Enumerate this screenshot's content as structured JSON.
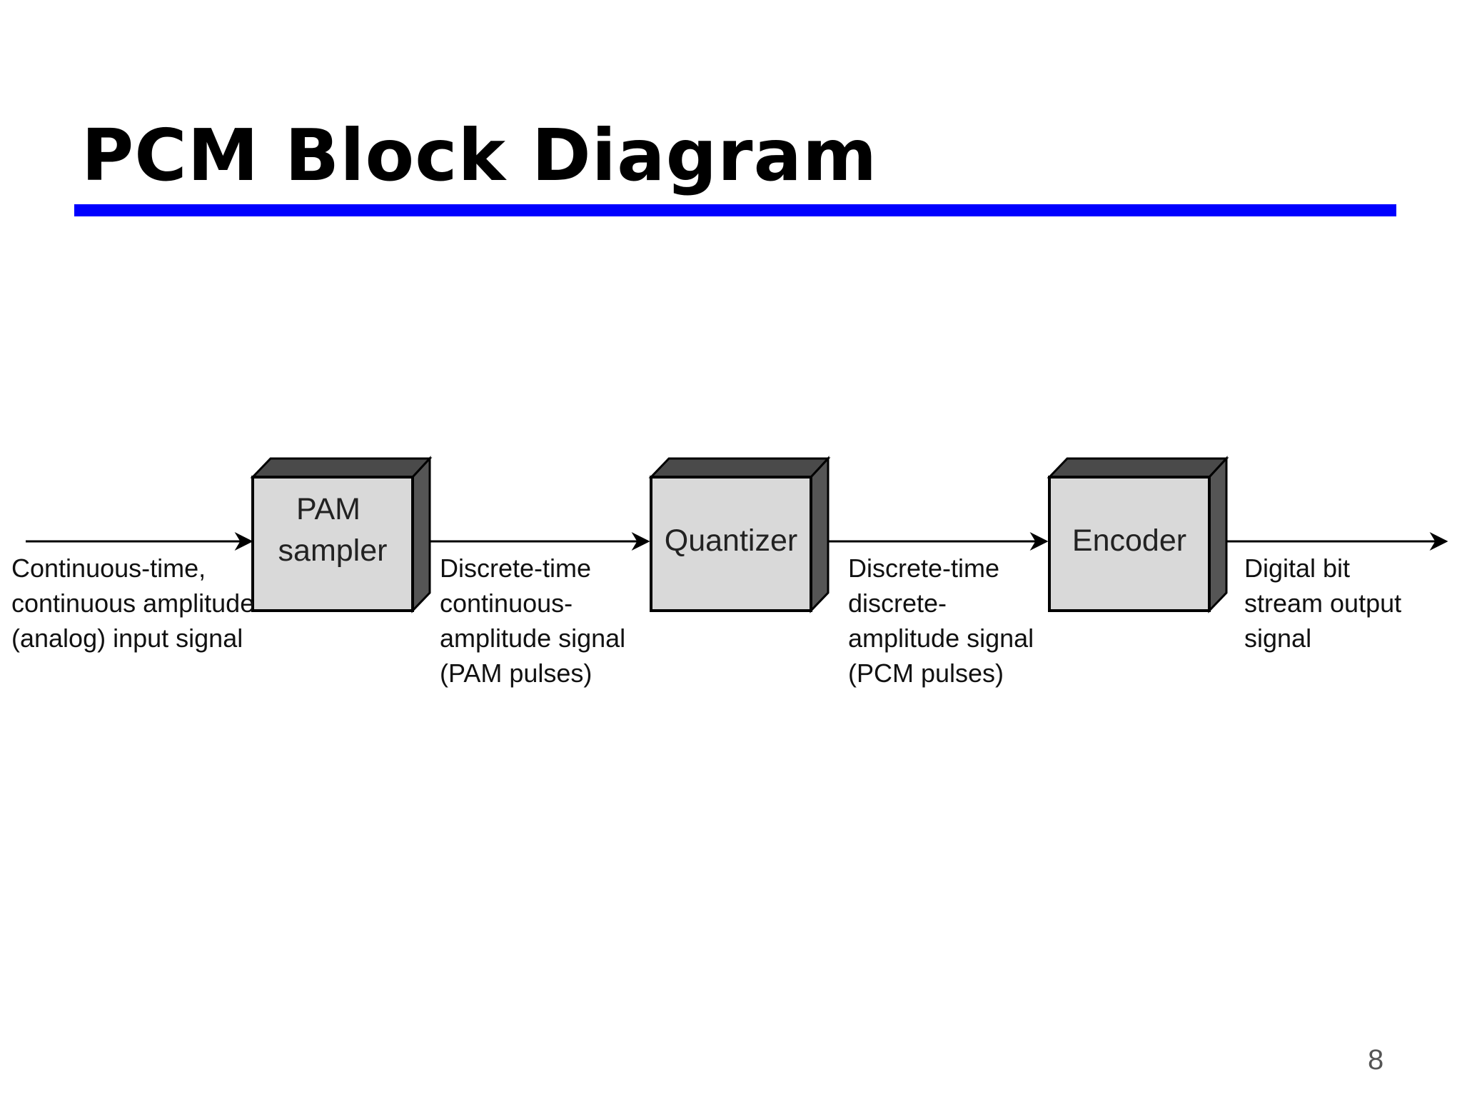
{
  "title": "PCM Block Diagram",
  "page_number": "8",
  "colors": {
    "title_rule": "#0000ff",
    "box_front": "#d9d9d9",
    "box_side": "#555555",
    "box_top": "#4a4a4a",
    "box_border": "#000000",
    "arrow": "#000000"
  },
  "blocks": [
    {
      "id": "pam-sampler",
      "lines": [
        "PAM",
        "sampler"
      ]
    },
    {
      "id": "quantizer",
      "lines": [
        "Quantizer"
      ]
    },
    {
      "id": "encoder",
      "lines": [
        "Encoder"
      ]
    }
  ],
  "signals": [
    {
      "id": "input",
      "lines": [
        "Continuous-time,",
        "continuous amplitude",
        "(analog) input signal"
      ]
    },
    {
      "id": "pam-output",
      "lines": [
        "Discrete-time",
        "continuous-",
        "amplitude signal",
        "(PAM pulses)"
      ]
    },
    {
      "id": "quantizer-output",
      "lines": [
        "Discrete-time",
        "discrete-",
        "amplitude signal",
        "(PCM pulses)"
      ]
    },
    {
      "id": "output",
      "lines": [
        "Digital bit",
        "stream output",
        "signal"
      ]
    }
  ]
}
